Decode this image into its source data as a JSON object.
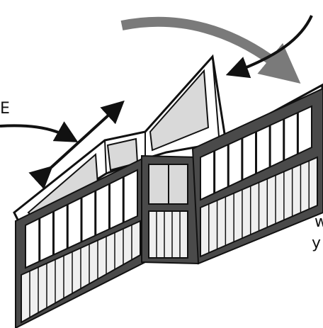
{
  "colors": {
    "frame": "#4a4a4a",
    "glass": "#d9d9d9",
    "panel": "#efefef",
    "outline": "#111111",
    "arrow_black": "#111111",
    "arrow_grey": "#7a7a7a",
    "background": "#ffffff"
  },
  "text_fragments": {
    "left_edge": "E",
    "right_lower": "y",
    "right_upper": "w"
  }
}
